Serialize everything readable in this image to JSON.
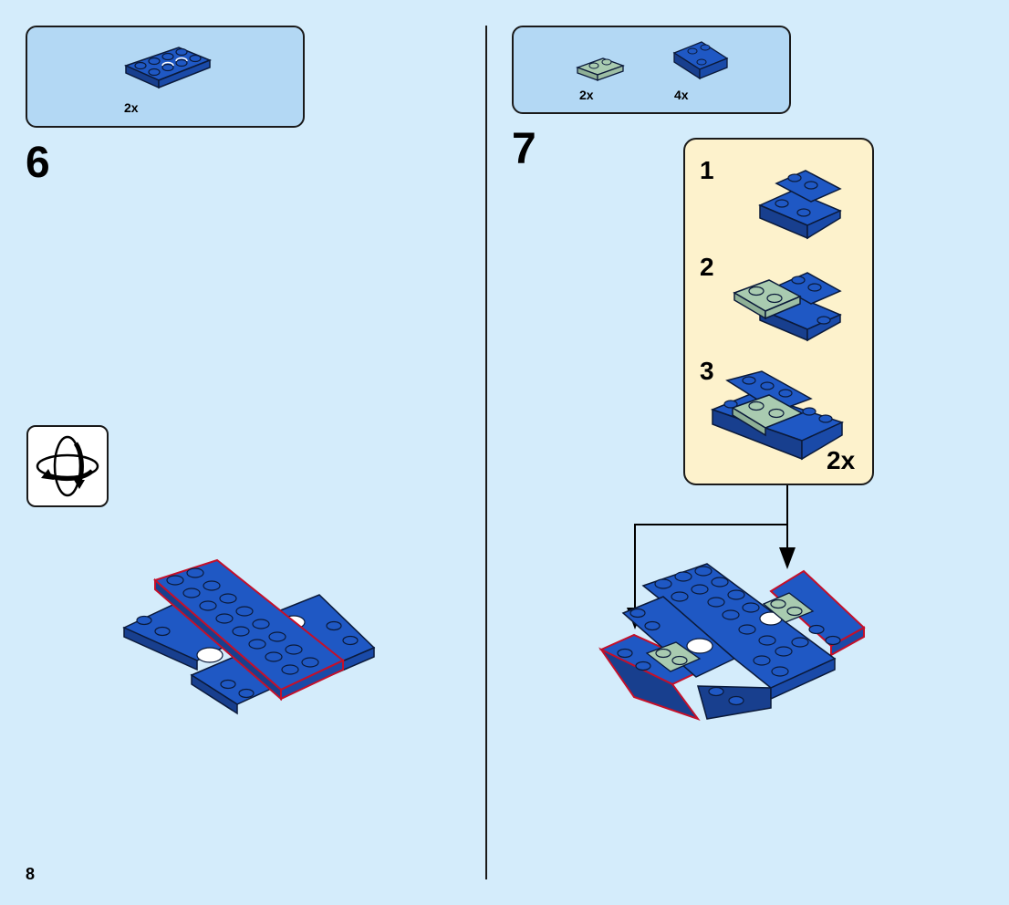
{
  "step6": {
    "number": "6",
    "parts": [
      {
        "quantity": "2x",
        "piece": "blue-plate-2x4-with-white-rings"
      }
    ]
  },
  "step7": {
    "number": "7",
    "parts": [
      {
        "quantity": "2x",
        "piece": "sand-green-plate-1x2"
      },
      {
        "quantity": "4x",
        "piece": "blue-inverted-slope-plate"
      }
    ],
    "subassembly": {
      "steps": [
        "1",
        "2",
        "3"
      ],
      "multiplier": "2x"
    }
  },
  "page": {
    "number": "8"
  },
  "colors": {
    "background": "#d4ecfb",
    "parts_box": "#b3d8f4",
    "callout": "#fdf2cc",
    "brick_blue": "#1f58c4",
    "brick_sand_green": "#a9cbb0",
    "highlight_red": "#c4102a"
  },
  "icons": {
    "rotate": "rotate-model-icon"
  }
}
